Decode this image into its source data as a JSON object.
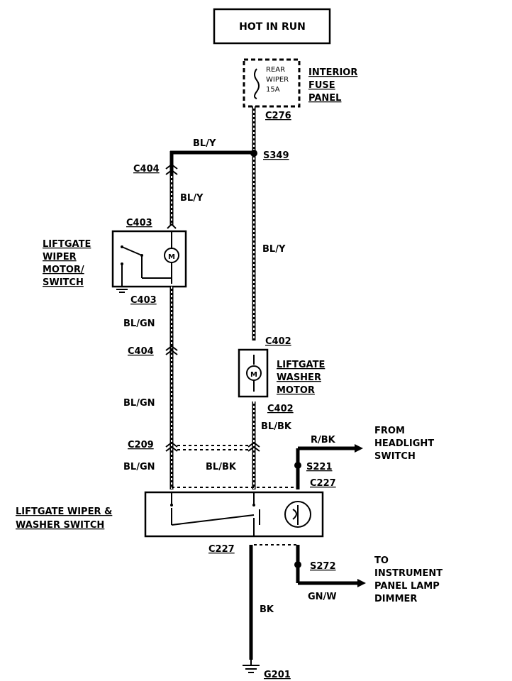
{
  "header": {
    "title": "HOT IN RUN"
  },
  "fuse": {
    "line1": "REAR",
    "line2": "WIPER",
    "line3": "15A"
  },
  "fuse_panel": {
    "line1": "INTERIOR",
    "line2": "FUSE",
    "line3": "PANEL"
  },
  "connectors": {
    "c276": "C276",
    "s349": "S349",
    "c404_top": "C404",
    "c403_top": "C403",
    "c403_bottom": "C403",
    "c404_mid": "C404",
    "c402_top": "C402",
    "c402_bottom": "C402",
    "c209": "C209",
    "s221": "S221",
    "c227_top": "C227",
    "c227_bottom": "C227",
    "s272": "S272",
    "g201": "G201"
  },
  "wire_colors": {
    "bl_y_top": "BL/Y",
    "bl_y_left": "BL/Y",
    "bl_y_right": "BL/Y",
    "bl_gn_1": "BL/GN",
    "bl_gn_2": "BL/GN",
    "bl_gn_3": "BL/GN",
    "bl_bk_1": "BL/BK",
    "bl_bk_2": "BL/BK",
    "r_bk": "R/BK",
    "gn_w": "GN/W",
    "bk": "BK"
  },
  "components": {
    "wiper_motor": {
      "line1": "LIFTGATE",
      "line2": "WIPER",
      "line3": "MOTOR/",
      "line4": "SWITCH"
    },
    "washer_motor": {
      "line1": "LIFTGATE",
      "line2": "WASHER",
      "line3": "MOTOR"
    },
    "wiper_switch": {
      "line1": "LIFTGATE WIPER &",
      "line2": "WASHER SWITCH"
    },
    "motor_symbol": "M"
  },
  "destinations": {
    "headlight": {
      "line1": "FROM",
      "line2": "HEADLIGHT",
      "line3": "SWITCH"
    },
    "instrument": {
      "line1": "TO",
      "line2": "INSTRUMENT",
      "line3": "PANEL LAMP",
      "line4": "DIMMER"
    }
  }
}
